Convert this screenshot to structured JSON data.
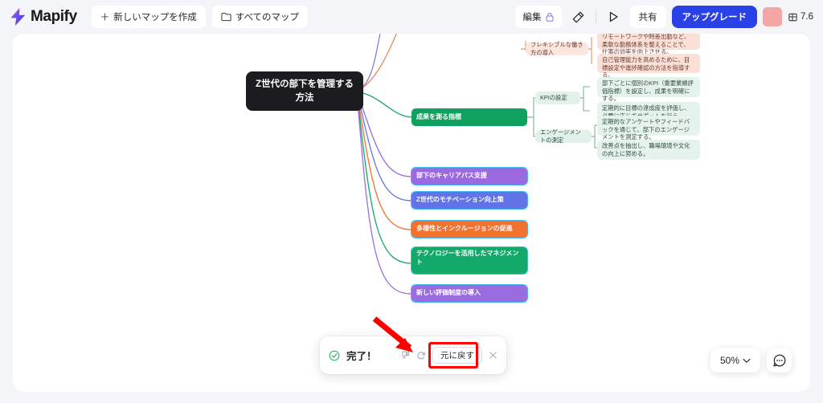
{
  "header": {
    "brand": "Mapify",
    "brand_icon": "lightning-bolt-icon",
    "new_map_label": "新しいマップを作成",
    "new_map_icon": "plus-icon",
    "all_maps_label": "すべてのマップ",
    "all_maps_icon": "folder-icon",
    "edit_label": "編集",
    "edit_icon": "lock-icon",
    "magic_icon": "magic-pen-icon",
    "play_icon": "play-icon",
    "share_label": "共有",
    "upgrade_label": "アップグレード",
    "avatar_icon": "avatar",
    "credits_icon": "credits-icon",
    "credits_value": "7.6",
    "accent_color": "#2a41e8"
  },
  "map": {
    "root": "Z世代の部下を管理する方法",
    "branches": [
      {
        "label": "フレキシブルな働き方の導入",
        "color": "#e98a5e",
        "children": [
          "リモートワークや時差出勤など、柔軟な勤務体系を整えることで、仕事の効率を向上させる。",
          "自己管理能力を高めるために、目標設定や進捗確認の方法を指導する。"
        ]
      },
      {
        "label": "成果を測る指標",
        "color": "#10a161",
        "children": [
          {
            "label": "KPIの設定",
            "leaves": [
              "部下ごとに個別のKPI（重要業績評価指標）を設定し、成果を明確にする。",
              "定期的に目標の達成度を評価し、必要に応じてサポートを行う。"
            ]
          },
          {
            "label": "エンゲージメントの測定",
            "leaves": [
              "定期的なアンケートやフィードバックを通じて、部下のエンゲージメントを測定する。",
              "改善点を抽出し、職場環境や文化の向上に努める。"
            ]
          }
        ]
      },
      {
        "label": "部下のキャリアパス支援",
        "color": "#9b6ae0"
      },
      {
        "label": "Z世代のモチベーション向上策",
        "color": "#6273e8"
      },
      {
        "label": "多様性とインクルージョンの促進",
        "color": "#f2712c"
      },
      {
        "label": "テクノロジーを活用したマネジメント",
        "color": "#12a96a"
      },
      {
        "label": "新しい評価制度の導入",
        "color": "#9a6ce0"
      }
    ]
  },
  "toast": {
    "status_icon": "check-circle-icon",
    "status_text": "完了！",
    "dislike_icon": "thumbs-down-icon",
    "regenerate_icon": "refresh-icon",
    "undo_label": "元に戻す",
    "close_icon": "close-icon",
    "highlight_color": "#ff0000"
  },
  "annotation": {
    "arrow_icon": "red-arrow-icon",
    "color": "#ff0000"
  },
  "footer": {
    "zoom_level": "50%",
    "zoom_chevron_icon": "chevron-down-icon",
    "chat_icon": "chat-bubble-icon"
  }
}
